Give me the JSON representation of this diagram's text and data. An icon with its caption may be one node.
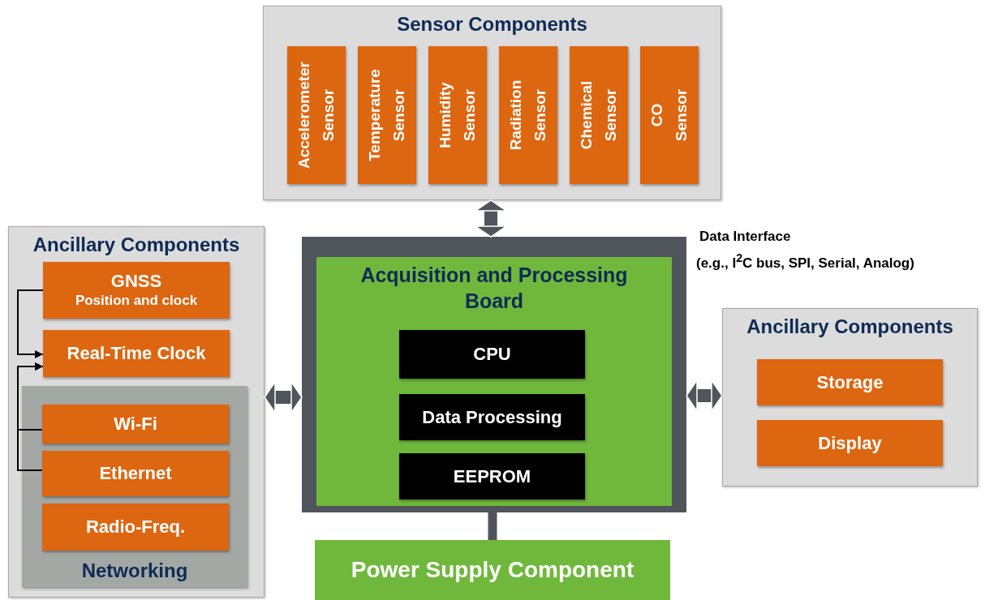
{
  "diagram": {
    "nodes": [
      {
        "text": [
          "Sensor Components"
        ]
      },
      {
        "text": [
          "Accelerometer Sensor"
        ],
        "in": 0
      },
      {
        "text": [
          "Temperature Sensor"
        ],
        "in": 0
      },
      {
        "text": [
          "Humidity Sensor"
        ],
        "in": 0
      },
      {
        "text": [
          "Radiation Sensor"
        ],
        "in": 0
      },
      {
        "text": [
          "Chemical Sensor"
        ],
        "in": 0
      },
      {
        "text": [
          "CO Sensor"
        ],
        "in": 0
      },
      {
        "text": [
          "Ancillary Components"
        ]
      },
      {
        "text": [
          "GNSS",
          "Position and clock"
        ],
        "in": 7
      },
      {
        "text": [
          "Real-Time Clock"
        ],
        "in": 7
      },
      {
        "text": [
          "Networking"
        ],
        "in": 7
      },
      {
        "text": [
          "Wi-Fi"
        ],
        "in": 10
      },
      {
        "text": [
          "Ethernet"
        ],
        "in": 10
      },
      {
        "text": [
          "Radio-Freq."
        ],
        "in": 10
      },
      {
        "text": [
          "Acquisition and Processing Board"
        ]
      },
      {
        "text": [
          "CPU"
        ],
        "in": 14
      },
      {
        "text": [
          "Data Processing"
        ],
        "in": 14
      },
      {
        "text": [
          "EEPROM"
        ],
        "in": 14
      },
      {
        "text": [
          "Ancillary Components"
        ]
      },
      {
        "text": [
          "Storage"
        ],
        "in": 18
      },
      {
        "text": [
          "Display"
        ],
        "in": 18
      },
      {
        "text": [
          "Power Supply Component"
        ]
      }
    ],
    "edges": [
      {
        "from": 0,
        "to": 14,
        "arrow": "both"
      },
      {
        "from": 7,
        "to": 14,
        "arrow": "both"
      },
      {
        "from": 14,
        "to": 18,
        "arrow": "both"
      },
      {
        "from": 14,
        "to": 21,
        "arrow": "none"
      },
      {
        "from": 8,
        "to": 9,
        "arrow": "to",
        "color": "#000000"
      },
      {
        "from": 11,
        "to": 9,
        "arrow": "to",
        "color": "#000000"
      },
      {
        "from": 12,
        "to": 9,
        "arrow": "to",
        "color": "#000000"
      }
    ],
    "labels": [
      "Data Interface",
      "(e.g., I$^{2}$C bus, SPI, Serial, Analog)"
    ]
  }
}
